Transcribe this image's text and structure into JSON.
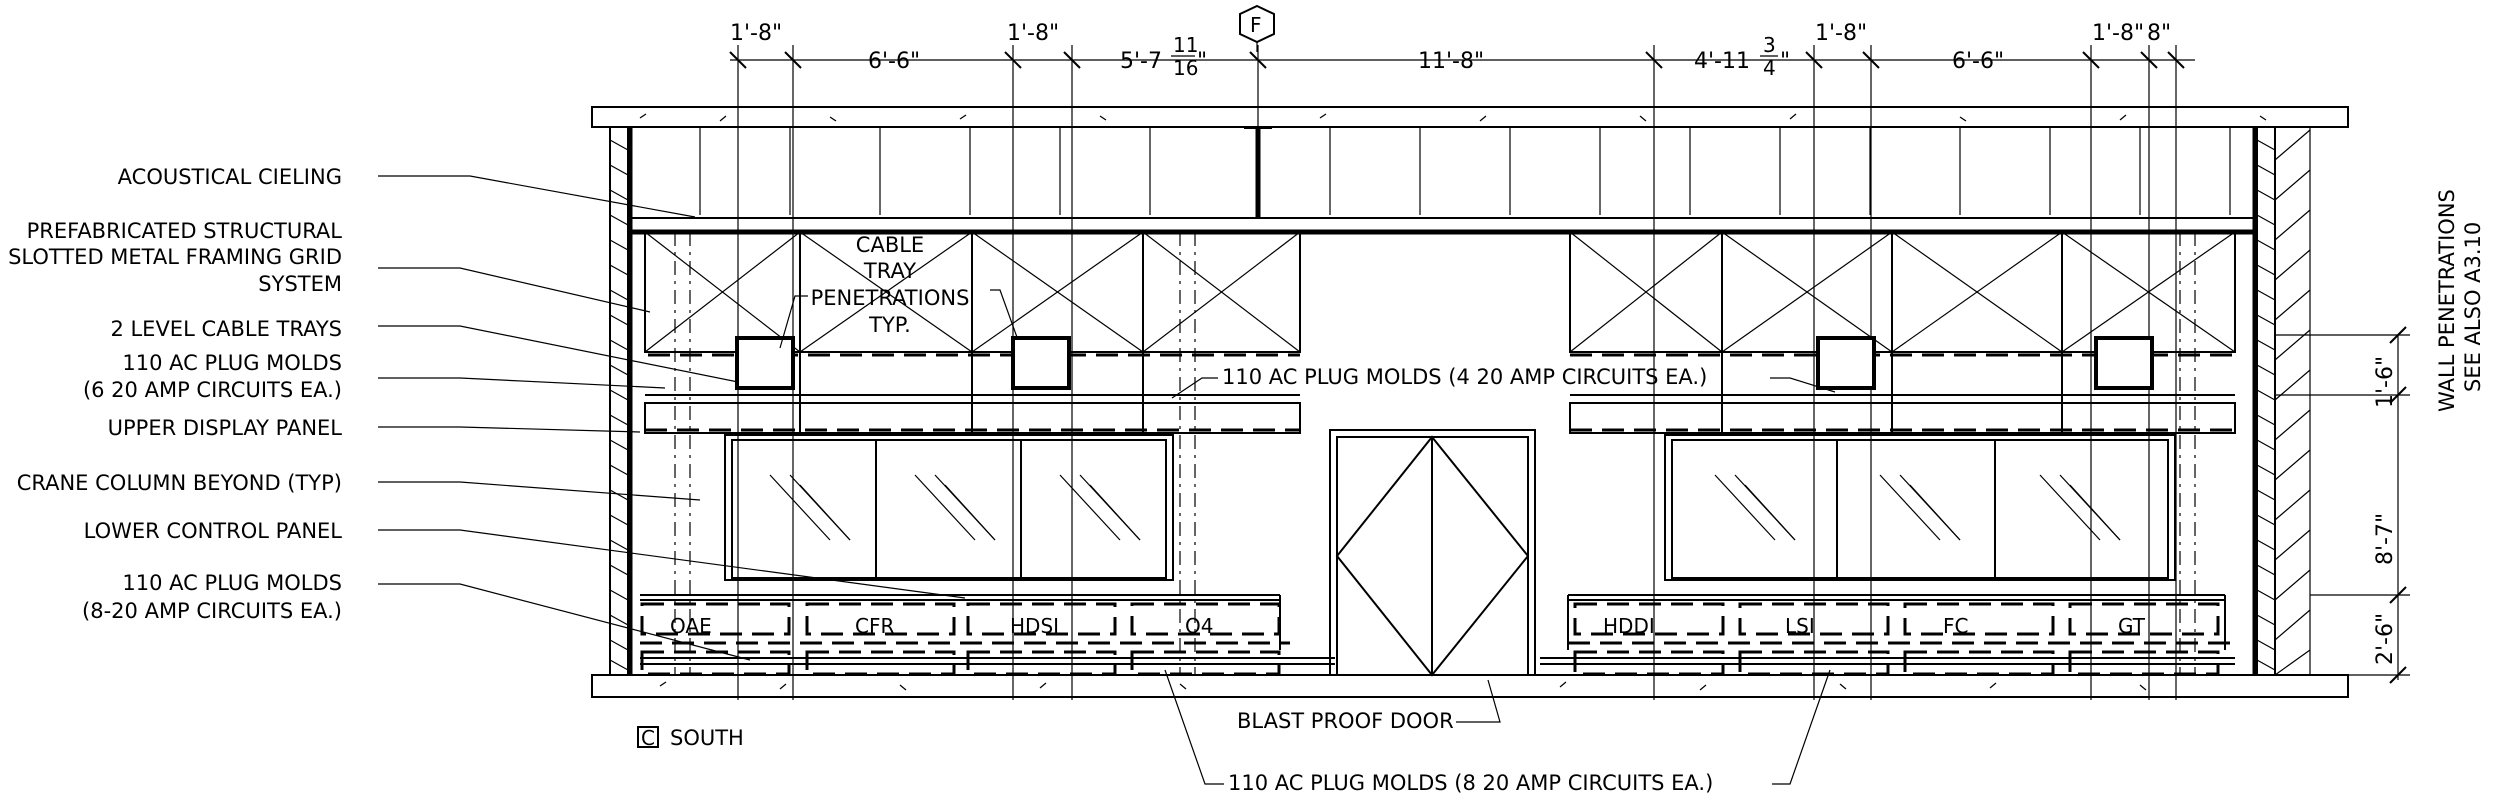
{
  "drawing": {
    "top_dimensions": [
      "1'-8\"",
      "6'-6\"",
      "1'-8\"",
      "5'-7",
      "11",
      "16",
      "\"",
      "11'-8\"",
      "4'-11",
      "3",
      "4",
      "\"",
      "1'-8\"",
      "6'-6\"",
      "1'-8\"",
      "8\""
    ],
    "grid_marker": "F",
    "left_labels": [
      "ACOUSTICAL CIELING",
      "PREFABRICATED STRUCTURAL",
      "SLOTTED METAL FRAMING GRID",
      "SYSTEM",
      "2 LEVEL CABLE TRAYS",
      "110 AC PLUG MOLDS",
      "(6 20 AMP CIRCUITS EA.)",
      "UPPER DISPLAY PANEL",
      "CRANE COLUMN BEYOND (TYP)",
      "LOWER CONTROL PANEL",
      "110 AC PLUG MOLDS",
      "(8-20 AMP CIRCUITS EA.)"
    ],
    "tray_note": [
      "CABLE",
      "TRAY",
      "PENETRATIONS",
      "TYP."
    ],
    "plug_molds_4": "110 AC PLUG MOLDS (4 20 AMP CIRCUITS EA.)",
    "plug_molds_8": "110 AC PLUG MOLDS (8 20 AMP CIRCUITS EA.)",
    "blast_door": "BLAST PROOF DOOR",
    "panel_tags_left": [
      "OAE",
      "CFR",
      "HDSI",
      "Q4"
    ],
    "panel_tags_right": [
      "HDDI",
      "LSI",
      "FC",
      "GT"
    ],
    "right_dimensions": [
      "1'-6\"",
      "8'-7\"",
      "2'-6\""
    ],
    "wall_note": [
      "WALL PENETRATIONS",
      "SEE ALSO A3.10"
    ],
    "view_marker": "C",
    "view_title": "SOUTH"
  }
}
